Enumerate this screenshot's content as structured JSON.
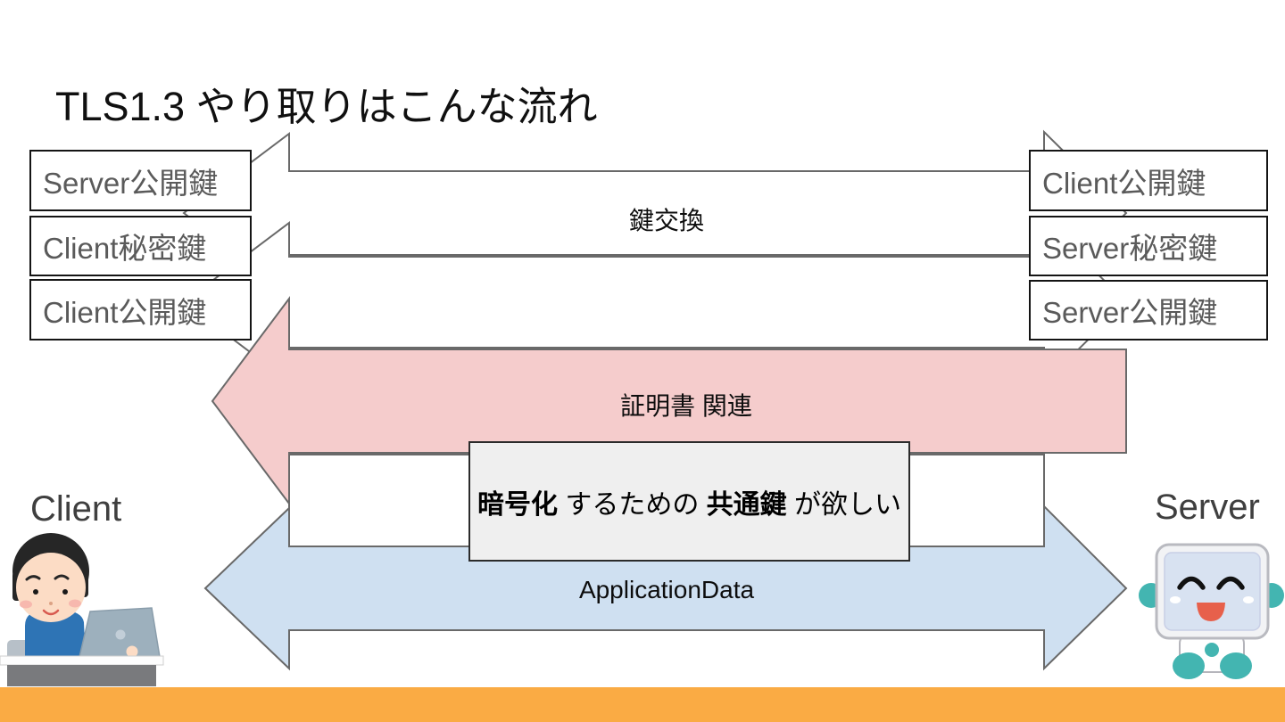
{
  "slide": {
    "title": "TLS1.3 やり取りはこんな流れ"
  },
  "client": {
    "label": "Client",
    "keys": [
      "Server公開鍵",
      "Client秘密鍵",
      "Client公開鍵"
    ]
  },
  "server": {
    "label": "Server",
    "keys": [
      "Client公開鍵",
      "Server秘密鍵",
      "Server公開鍵"
    ]
  },
  "flows": {
    "key_exchange": {
      "label": "鍵交換",
      "direction": "both"
    },
    "handshake_band": {
      "label": "",
      "direction": "both"
    },
    "certificate": {
      "label": "証明書 関連",
      "direction": "to-client"
    },
    "session_band": {
      "label": "",
      "direction": "to-client"
    },
    "application_data": {
      "label": "ApplicationData",
      "direction": "both"
    }
  },
  "callout": {
    "segments": [
      {
        "text": "暗号化",
        "bold": true
      },
      {
        "text": " するための ",
        "bold": false
      },
      {
        "text": "共通鍵",
        "bold": true
      },
      {
        "text": " が欲しい",
        "bold": false
      }
    ]
  },
  "colors": {
    "background": "#ffffff",
    "arrow_outline": "#696969",
    "certificate_pink": "#f5cccc",
    "application_blue": "#cfe0f1",
    "callout_gray": "#efefef",
    "bottom_bar_orange": "#faab44",
    "box_border": "#141414",
    "box_text": "#5a5a5a",
    "skin": "#fcdcc5",
    "hair": "#262626",
    "sweater_blue": "#2e74b5",
    "laptop_gray": "#9db0bd",
    "desk_gray": "#797a7d",
    "robot_teal": "#43b5b1",
    "robot_screen": "#d8e2f1",
    "robot_mouth": "#e7604b"
  }
}
